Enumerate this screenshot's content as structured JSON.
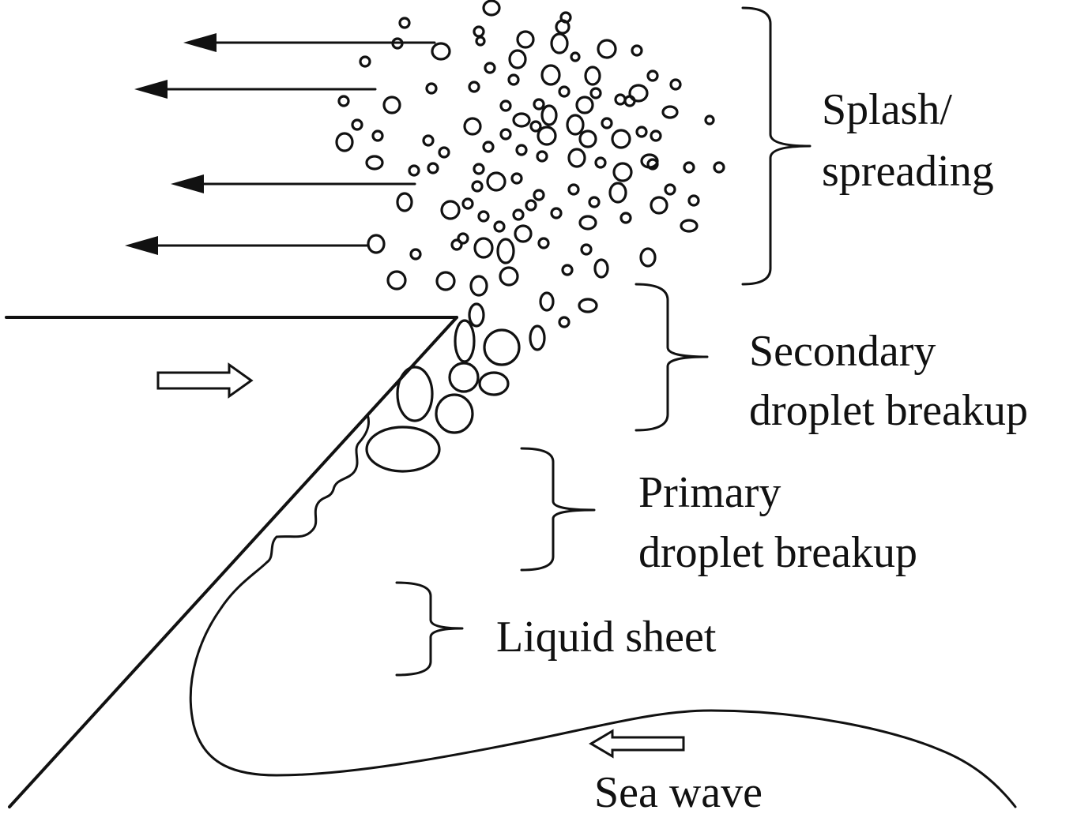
{
  "labels": {
    "splash_line1": "Splash/",
    "splash_line2": "spreading",
    "secondary_line1": "Secondary",
    "secondary_line2": "droplet breakup",
    "primary_line1": "Primary",
    "primary_line2": "droplet breakup",
    "liquid_sheet": "Liquid sheet",
    "sea_wave": "Sea wave"
  },
  "colors": {
    "ink": "#111111",
    "background": "#ffffff"
  },
  "icons": {
    "wind_arrows": "left-arrow",
    "flow_arrow": "hollow-right-arrow",
    "wave_arrow": "hollow-left-arrow"
  }
}
